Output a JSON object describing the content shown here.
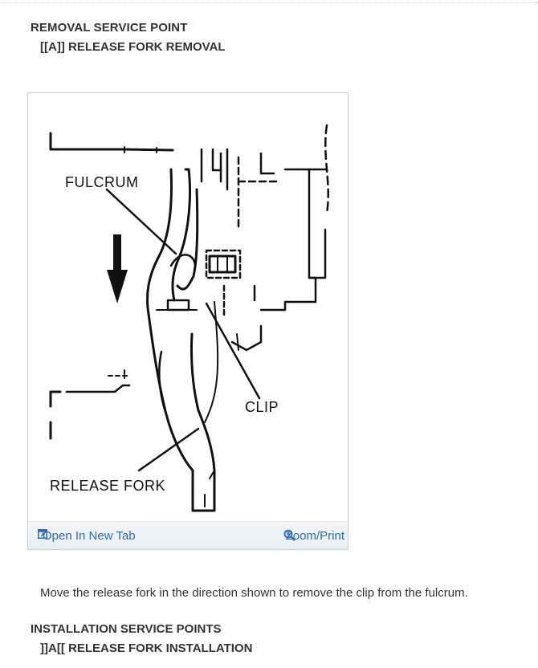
{
  "section": {
    "heading": "REMOVAL SERVICE POINT",
    "subheading": "[[A]] RELEASE FORK REMOVAL"
  },
  "figure": {
    "labels": {
      "fulcrum": "FULCRUM",
      "clip": "CLIP",
      "release_fork": "RELEASE FORK"
    },
    "actions": {
      "open_new_tab": "Open In New Tab",
      "zoom_print": "Zoom/Print"
    },
    "icons": [
      "open-new-tab-icon",
      "zoom-icon"
    ],
    "link_color": "#2a6cb8"
  },
  "body_text": "Move the release fork in the direction shown to remove the clip from the fulcrum.",
  "installation": {
    "heading": "INSTALLATION SERVICE POINTS",
    "subheading": "]]A[[ RELEASE FORK INSTALLATION"
  }
}
